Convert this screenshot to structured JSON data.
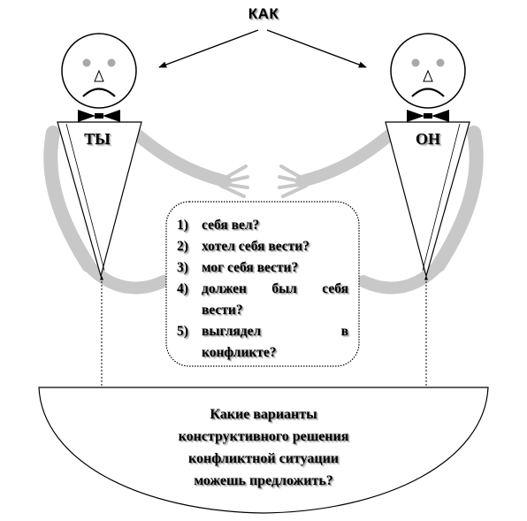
{
  "diagram": {
    "top_label": "КАК",
    "left_label": "ТЫ",
    "right_label": "ОН",
    "questions": [
      {
        "num": "1)",
        "lines": [
          "себя вел?"
        ]
      },
      {
        "num": "2)",
        "lines": [
          "хотел себя вести?"
        ]
      },
      {
        "num": "3)",
        "lines": [
          "мог себя вести?"
        ]
      },
      {
        "num": "4)",
        "lines": [
          "должен был себя",
          "вести?"
        ]
      },
      {
        "num": "5)",
        "lines": [
          "выглядел в",
          "конфликте?"
        ]
      }
    ],
    "bottom_lines": [
      "Какие варианты",
      "конструктивного решения",
      "конфликтной ситуации",
      "можешь предложить?"
    ],
    "colors": {
      "stroke": "#000000",
      "arm": "#c8c8c8",
      "eye": "#a8a8a8",
      "background": "#ffffff"
    }
  }
}
